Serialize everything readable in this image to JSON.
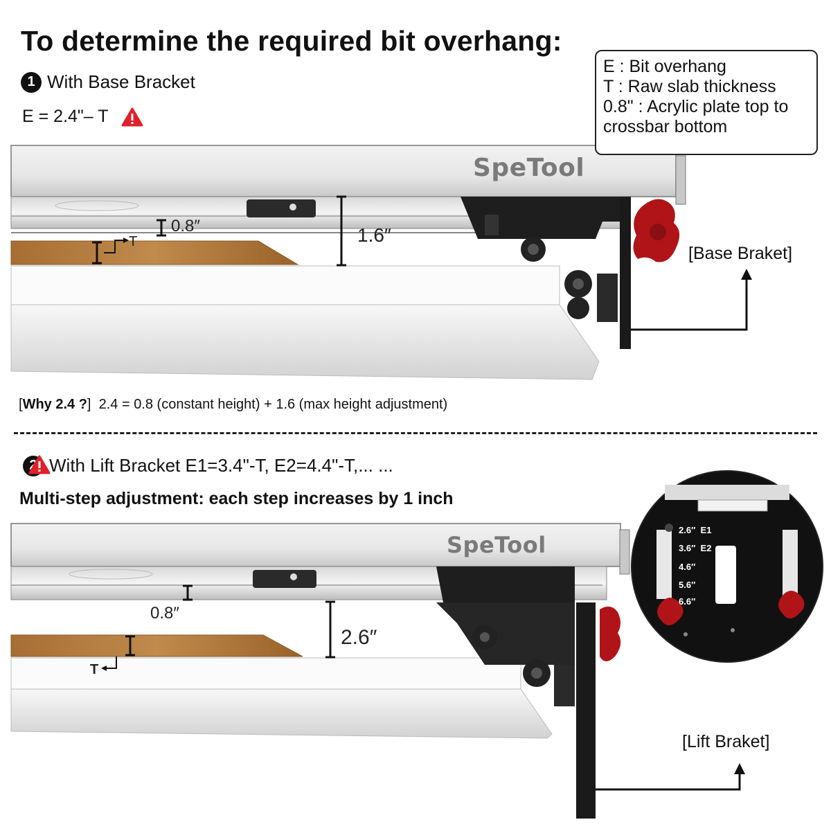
{
  "title": "To determine the required bit overhang:",
  "section1": {
    "number": "1",
    "heading": "With Base Bracket",
    "formula": "E = 2.4\"– T",
    "bracket_label": "[Base Braket]",
    "dim_08": "0.8″",
    "dim_16": "1.6″",
    "t_label": "T",
    "brand": "SpeTool"
  },
  "legend": {
    "line1": "E : Bit overhang",
    "line2": "T : Raw slab thickness",
    "line3": "0.8\" : Acrylic plate top to",
    "line4": "crossbar bottom"
  },
  "why": {
    "label": "Why 2.4 ?",
    "text": "2.4 = 0.8 (constant height) + 1.6 (max height adjustment)"
  },
  "section2": {
    "number": "2",
    "heading": "With Lift Bracket E1=3.4\"-T, E2=4.4\"-T,... ...",
    "subheading": "Multi-step adjustment: each step increases by 1 inch",
    "bracket_label": "[Lift Braket]",
    "dim_08": "0.8″",
    "dim_26": "2.6″",
    "t_label": "T",
    "brand": "SpeTool",
    "steps": [
      {
        "value": "2.6″",
        "tag": "E1"
      },
      {
        "value": "3.6″",
        "tag": "E2"
      },
      {
        "value": "4.6″",
        "tag": ""
      },
      {
        "value": "5.6″",
        "tag": ""
      },
      {
        "value": "6.6″",
        "tag": ""
      }
    ]
  },
  "colors": {
    "warning": "#e0202a",
    "knob": "#b01418",
    "wood": "#b47a3c",
    "bracket": "#1a1a1a",
    "aluminum": "#e4e4e4"
  }
}
